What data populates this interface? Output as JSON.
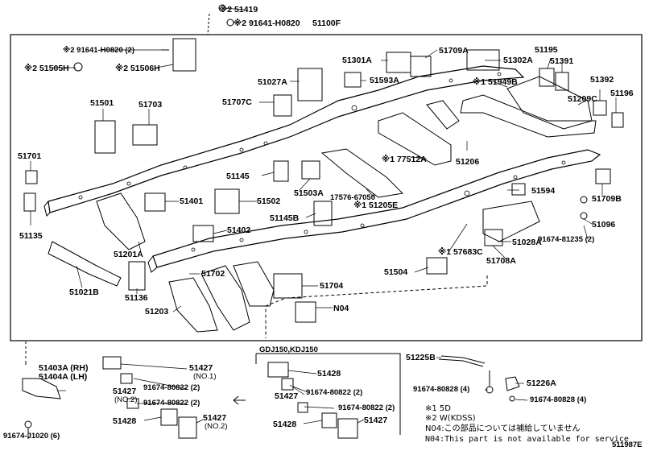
{
  "diagram_id": "511987E",
  "inset_title": "GDJ150,KDJ150",
  "labels": {
    "p51419": "※2 51419",
    "p91641_0820_top": "※2 91641-H0820",
    "p51100F": "51100F",
    "p91641_0820_left": "※2 91641-H0820 (2)",
    "p51506H": "※2 51506H",
    "p51505H": "※2 51505H",
    "p51301A": "51301A",
    "p51709A": "51709A",
    "p51302A": "51302A",
    "p51195": "51195",
    "p51391": "51391",
    "p51027A": "51027A",
    "p51593A": "51593A",
    "p51949B": "※1 51949B",
    "p51392": "51392",
    "p51501": "51501",
    "p51703": "51703",
    "p51707C": "51707C",
    "p51209C": "51209C",
    "p51196": "51196",
    "p51701": "51701",
    "p51206": "51206",
    "p77512A": "※1 77512A",
    "p51145": "51145",
    "p51503A": "51503A",
    "p17576": "17576-67050",
    "p51205E": "※1 51205E",
    "p51594": "51594",
    "p51709B": "51709B",
    "p51401": "51401",
    "p51502": "51502",
    "p51096": "51096",
    "p51135": "51135",
    "p51145B": "51145B",
    "p51402": "51402",
    "p91674_81235": "91674-81235 (2)",
    "p57683C": "※1 57683C",
    "p51028A": "51028A",
    "p51201A": "51201A",
    "p51708A": "51708A",
    "p51504": "51504",
    "p51702": "51702",
    "p51021B": "51021B",
    "p51136": "51136",
    "p51704": "51704",
    "pN04": "N04",
    "p51203": "51203",
    "p51403A": "51403A (RH)",
    "p51404A": "51404A (LH)",
    "p51427_a": "51427",
    "p51427_a_sub": "(NO.1)",
    "p91674_80822_a": "91674-80822 (2)",
    "p51427_b": "51427",
    "p51427_b_sub": "(NO.2)",
    "p91674_80822_b": "91674-80822 (2)",
    "p51427_c": "51427",
    "p51427_c_sub": "(NO.2)",
    "p51428_a": "51428",
    "p91674_J1020": "91674-J1020 (6)",
    "p51428_b": "51428",
    "p51427_d": "51427",
    "p91674_80822_c": "91674-80822 (2)",
    "p91674_80822_d": "91674-80822 (2)",
    "p51428_c": "51428",
    "p51427_e": "51427",
    "p51225B": "51225B",
    "p51226A": "51226A",
    "p91674_80828_a": "91674-80828 (4)",
    "p91674_80828_b": "91674-80828 (4)"
  },
  "notes": {
    "n1": "※1 5D",
    "n2": "※2 W(KDSS)",
    "n3": "N04:この部品については補給していません",
    "n4": "N04:This part is not available for service"
  }
}
